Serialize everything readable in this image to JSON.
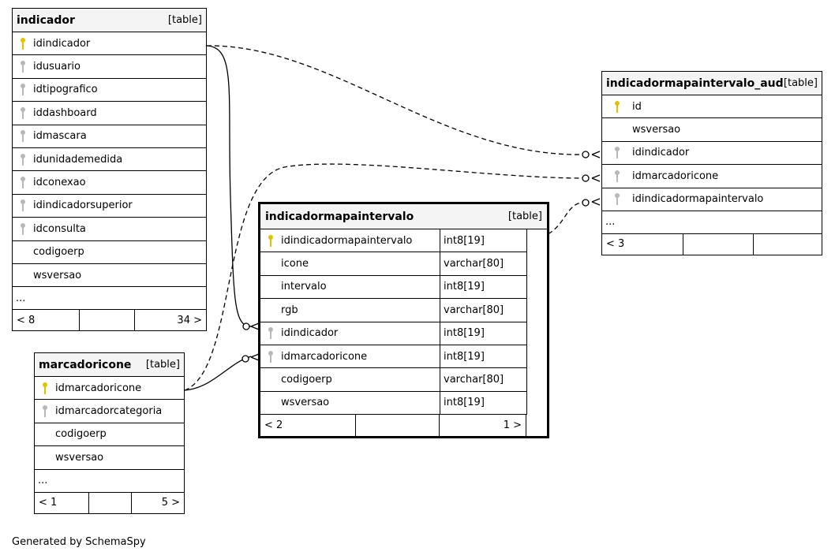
{
  "tables": {
    "indicador": {
      "name": "indicador",
      "kind": "[table]",
      "columns": [
        {
          "name": "idindicador",
          "key": "pk"
        },
        {
          "name": "idusuario",
          "key": "fk"
        },
        {
          "name": "idtipografico",
          "key": "fk"
        },
        {
          "name": "iddashboard",
          "key": "fk"
        },
        {
          "name": "idmascara",
          "key": "fk"
        },
        {
          "name": "idunidademedida",
          "key": "fk"
        },
        {
          "name": "idconexao",
          "key": "fk"
        },
        {
          "name": "idindicadorsuperior",
          "key": "fk"
        },
        {
          "name": "idconsulta",
          "key": "fk"
        },
        {
          "name": "codigoerp",
          "key": ""
        },
        {
          "name": "wsversao",
          "key": ""
        }
      ],
      "more": "...",
      "footer": {
        "parents": "< 8",
        "rows": "",
        "children": "34 >"
      }
    },
    "marcadoricone": {
      "name": "marcadoricone",
      "kind": "[table]",
      "columns": [
        {
          "name": "idmarcadoricone",
          "key": "pk"
        },
        {
          "name": "idmarcadorcategoria",
          "key": "fk"
        },
        {
          "name": "codigoerp",
          "key": ""
        },
        {
          "name": "wsversao",
          "key": ""
        }
      ],
      "more": "...",
      "footer": {
        "parents": "< 1",
        "rows": "",
        "children": "5 >"
      }
    },
    "indicadormapaintervalo": {
      "name": "indicadormapaintervalo",
      "kind": "[table]",
      "columns": [
        {
          "name": "idindicadormapaintervalo",
          "key": "pk",
          "type": "int8[19]"
        },
        {
          "name": "icone",
          "key": "",
          "type": "varchar[80]"
        },
        {
          "name": "intervalo",
          "key": "",
          "type": "int8[19]"
        },
        {
          "name": "rgb",
          "key": "",
          "type": "varchar[80]"
        },
        {
          "name": "idindicador",
          "key": "fk",
          "type": "int8[19]"
        },
        {
          "name": "idmarcadoricone",
          "key": "fk",
          "type": "int8[19]"
        },
        {
          "name": "codigoerp",
          "key": "",
          "type": "varchar[80]"
        },
        {
          "name": "wsversao",
          "key": "",
          "type": "int8[19]"
        }
      ],
      "footer": {
        "parents": "< 2",
        "rows": "",
        "children": "1 >"
      }
    },
    "indicadormapaintervalo_aud": {
      "name": "indicadormapaintervalo_aud",
      "kind": "[table]",
      "columns": [
        {
          "name": "id",
          "key": "pk"
        },
        {
          "name": "wsversao",
          "key": ""
        },
        {
          "name": "idindicador",
          "key": "fk"
        },
        {
          "name": "idmarcadoricone",
          "key": "fk"
        },
        {
          "name": "idindicadormapaintervalo",
          "key": "fk"
        }
      ],
      "more": "...",
      "footer": {
        "parents": "< 3",
        "rows": "",
        "children": ""
      }
    }
  },
  "footer_text": "Generated by SchemaSpy"
}
